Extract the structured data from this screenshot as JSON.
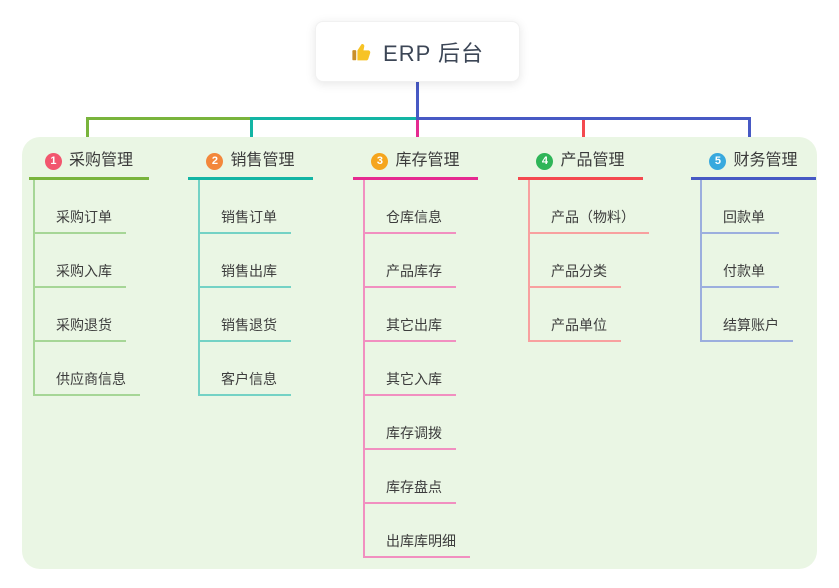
{
  "root": {
    "icon": "thumbs-up",
    "label": "ERP 后台"
  },
  "branches": [
    {
      "badge": "1",
      "title": "采购管理",
      "accent": "#79b43c",
      "child_line": "#a6d696",
      "badge_color": "#f2566e",
      "children": [
        "采购订单",
        "采购入库",
        "采购退货",
        "供应商信息"
      ]
    },
    {
      "badge": "2",
      "title": "销售管理",
      "accent": "#13b5a4",
      "child_line": "#74d2c5",
      "badge_color": "#f3873b",
      "children": [
        "销售订单",
        "销售出库",
        "销售退货",
        "客户信息"
      ]
    },
    {
      "badge": "3",
      "title": "库存管理",
      "accent": "#e52a90",
      "child_line": "#f18fc0",
      "badge_color": "#f5a51d",
      "children": [
        "仓库信息",
        "产品库存",
        "其它出库",
        "其它入库",
        "库存调拨",
        "库存盘点",
        "出库库明细"
      ]
    },
    {
      "badge": "4",
      "title": "产品管理",
      "accent": "#f4494f",
      "child_line": "#f8a09f",
      "badge_color": "#2fb558",
      "children": [
        "产品（物料）",
        "产品分类",
        "产品单位"
      ]
    },
    {
      "badge": "5",
      "title": "财务管理",
      "accent": "#4759c4",
      "child_line": "#9caede",
      "badge_color": "#38a9de",
      "children": [
        "回款单",
        "付款单",
        "结算账户"
      ]
    }
  ],
  "colors": {
    "root_line": "#4759c4",
    "panel_bg": "#eaf6e4",
    "root_text": "#3c4656",
    "node_text": "#3d3d3d"
  }
}
